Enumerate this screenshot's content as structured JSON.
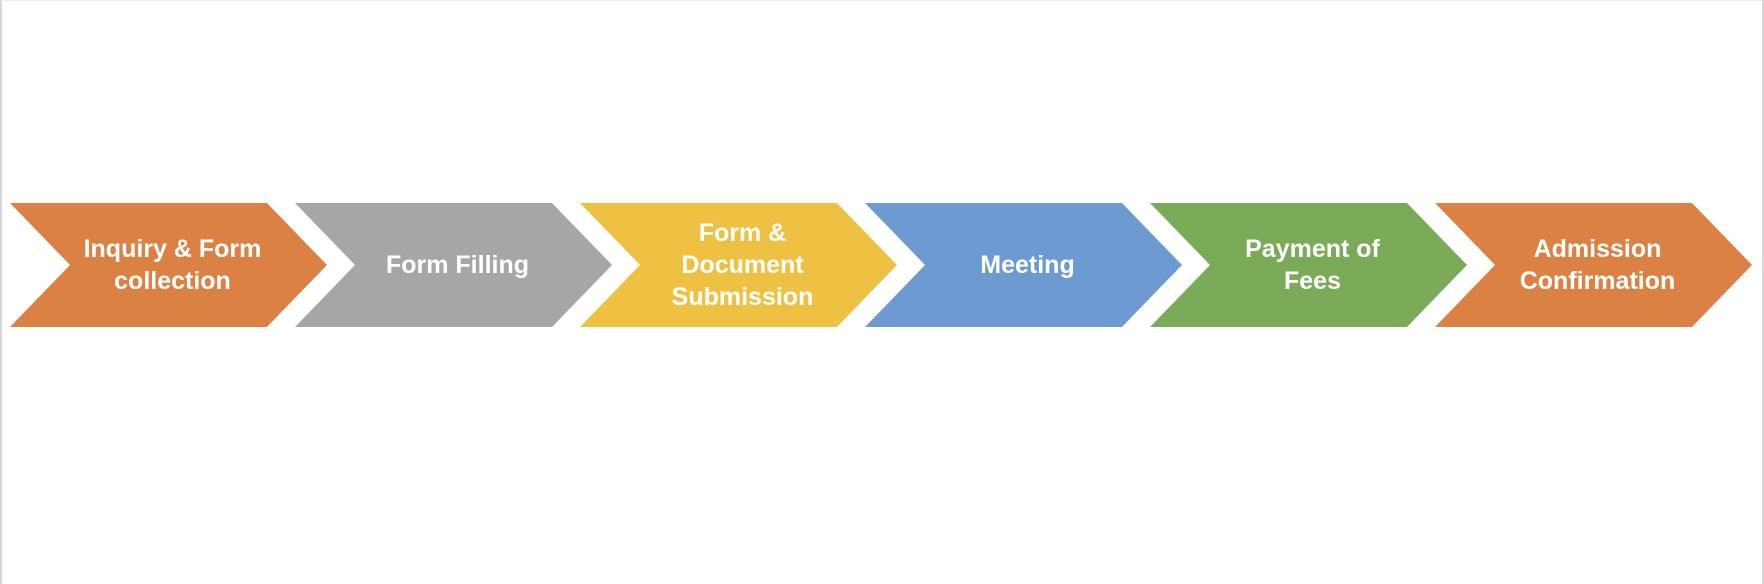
{
  "canvas": {
    "background": "#ffffff",
    "edge_border_color": "#d6d6d6"
  },
  "process_flow": {
    "text_color": "#ffffff",
    "steps": [
      {
        "label": "Inquiry & Form collection",
        "lines": {
          "0": "Inquiry & Form",
          "1": "collection"
        },
        "color": "#DB8144"
      },
      {
        "label": "Form Filling",
        "lines": {
          "0": "Form Filling"
        },
        "color": "#A6A6A6"
      },
      {
        "label": "Form & Document Submission",
        "lines": {
          "0": "Form &",
          "1": "Document",
          "2": "Submission"
        },
        "color": "#EFC143"
      },
      {
        "label": "Meeting",
        "lines": {
          "0": "Meeting"
        },
        "color": "#6D9BD1"
      },
      {
        "label": "Payment of Fees",
        "lines": {
          "0": "Payment of",
          "1": "Fees"
        },
        "color": "#7BAB59"
      },
      {
        "label": "Admission Confirmation",
        "lines": {
          "0": "Admission",
          "1": "Confirmation"
        },
        "color": "#DB8144"
      }
    ]
  }
}
